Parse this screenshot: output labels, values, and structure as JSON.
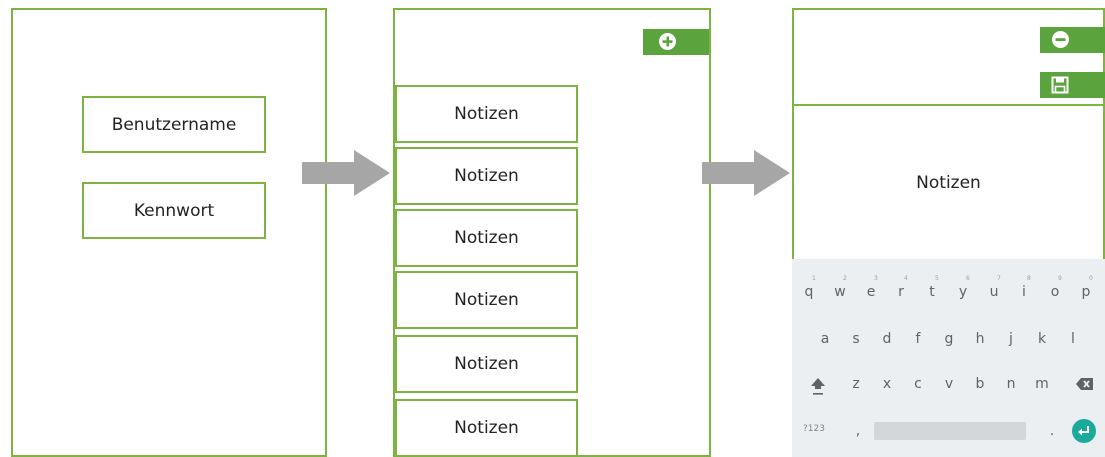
{
  "login": {
    "username_label": "Benutzername",
    "password_label": "Kennwort"
  },
  "list": {
    "items": [
      "Notizen",
      "Notizen",
      "Notizen",
      "Notizen",
      "Notizen",
      "Notizen"
    ],
    "add_icon": "plus-icon"
  },
  "editor": {
    "note_label": "Notizen",
    "delete_icon": "minus-icon",
    "save_icon": "save-icon"
  },
  "keyboard": {
    "row1": [
      "q",
      "w",
      "e",
      "r",
      "t",
      "y",
      "u",
      "i",
      "o",
      "p"
    ],
    "row1_hints": [
      "1",
      "2",
      "3",
      "4",
      "5",
      "6",
      "7",
      "8",
      "9",
      "0"
    ],
    "row2": [
      "a",
      "s",
      "d",
      "f",
      "g",
      "h",
      "j",
      "k",
      "l"
    ],
    "row3": [
      "z",
      "x",
      "c",
      "v",
      "b",
      "n",
      "m"
    ],
    "symbols_label": "?123",
    "comma": ",",
    "period": ".",
    "shift_icon": "shift-icon",
    "backspace_icon": "backspace-icon",
    "enter_icon": "enter-icon"
  },
  "colors": {
    "accent": "#7cb342",
    "button": "#5aa33d",
    "arrow": "#a6a6a6",
    "enter": "#1aa99b"
  }
}
